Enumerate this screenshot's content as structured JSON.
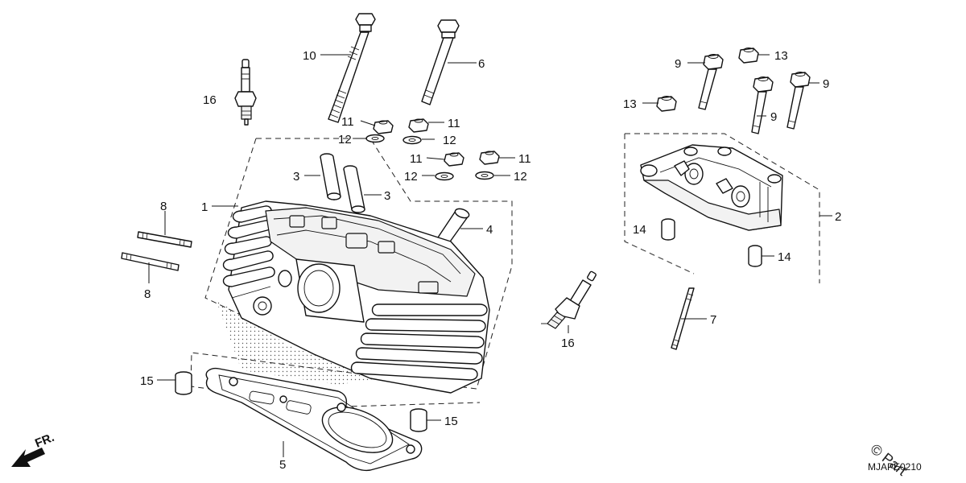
{
  "diagram_code": "MJAPE0210",
  "watermark": "© Part",
  "direction": {
    "label": "FR."
  },
  "callouts": {
    "c1": "1",
    "c2": "2",
    "c3a": "3",
    "c3b": "3",
    "c4": "4",
    "c5": "5",
    "c6": "6",
    "c7": "7",
    "c8a": "8",
    "c8b": "8",
    "c9a": "9",
    "c9b": "9",
    "c9c": "9",
    "c10": "10",
    "c11a": "11",
    "c11b": "11",
    "c11c": "11",
    "c11d": "11",
    "c12a": "12",
    "c12b": "12",
    "c12c": "12",
    "c12d": "12",
    "c13a": "13",
    "c13b": "13",
    "c14a": "14",
    "c14b": "14",
    "c15a": "15",
    "c15b": "15",
    "c16a": "16",
    "c16b": "16"
  }
}
